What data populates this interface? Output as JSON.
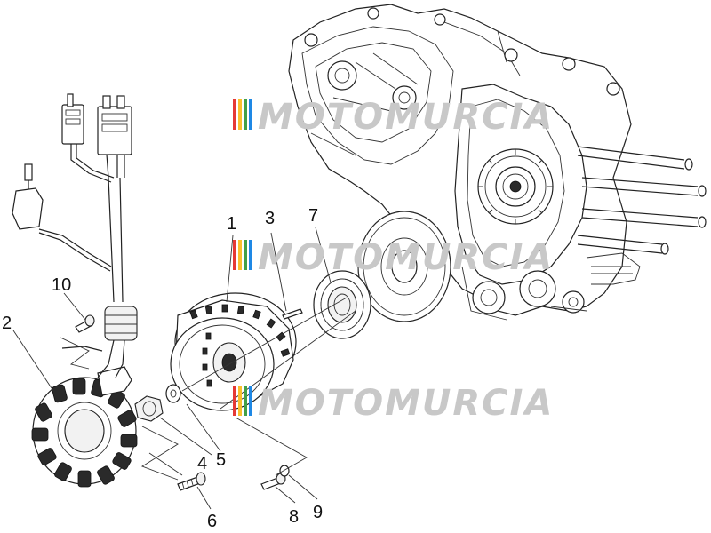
{
  "diagram": {
    "watermark": {
      "text": "MOTOMURCIA",
      "stripe_colors": [
        "#e53935",
        "#fbc02d",
        "#43a047",
        "#1e88e5"
      ]
    },
    "callouts": [
      {
        "id": "c1",
        "label": "1"
      },
      {
        "id": "c2",
        "label": "2"
      },
      {
        "id": "c3",
        "label": "3"
      },
      {
        "id": "c4",
        "label": "4"
      },
      {
        "id": "c5",
        "label": "5"
      },
      {
        "id": "c6",
        "label": "6"
      },
      {
        "id": "c7",
        "label": "7"
      },
      {
        "id": "c8",
        "label": "8"
      },
      {
        "id": "c9",
        "label": "9"
      },
      {
        "id": "c10",
        "label": "10"
      }
    ]
  }
}
